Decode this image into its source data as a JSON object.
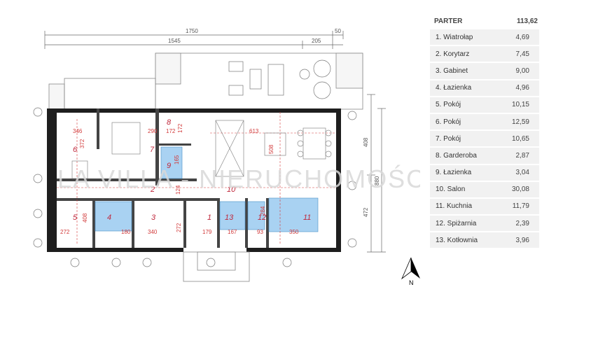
{
  "legend": {
    "title": "PARTER",
    "total": "113,62",
    "rooms": [
      {
        "label": "1. Wiatrołap",
        "area": "4,69"
      },
      {
        "label": "2. Korytarz",
        "area": "7,45"
      },
      {
        "label": "3. Gabinet",
        "area": "9,00"
      },
      {
        "label": "4. Łazienka",
        "area": "4,96"
      },
      {
        "label": "5. Pokój",
        "area": "10,15"
      },
      {
        "label": "6. Pokój",
        "area": "12,59"
      },
      {
        "label": "7. Pokój",
        "area": "10,65"
      },
      {
        "label": "8. Garderoba",
        "area": "2,87"
      },
      {
        "label": "9. Łazienka",
        "area": "3,04"
      },
      {
        "label": "10. Salon",
        "area": "30,08"
      },
      {
        "label": "11. Kuchnia",
        "area": "11,79"
      },
      {
        "label": "12. Spiżarnia",
        "area": "2,39"
      },
      {
        "label": "13. Kotłownia",
        "area": "3,96"
      }
    ]
  },
  "dimensions": {
    "total_width": "1750",
    "left_width": "1545",
    "mid_width": "205",
    "right_width": "50",
    "right_upper": "408",
    "right_total": "880",
    "right_lower": "472",
    "room6_w": "346",
    "room6_h": "372",
    "room7_w": "290",
    "room8_w": "172",
    "room8_h": "172",
    "room9_h": "165",
    "salon_w": "613",
    "salon_h": "508",
    "corridor_h": "124",
    "room5_w": "272",
    "room5_h": "408",
    "room4_w": "180",
    "room3_w": "340",
    "room3_h": "272",
    "room1_w": "179",
    "room13_w": "167",
    "room12_w": "93",
    "room12_h": "284",
    "room11_w": "350"
  },
  "room_numbers": [
    "1",
    "2",
    "3",
    "4",
    "5",
    "6",
    "7",
    "8",
    "9",
    "10",
    "11",
    "12",
    "13"
  ],
  "watermark": "LA VILLA - NIERUCHOMOŚCI",
  "north": "N"
}
